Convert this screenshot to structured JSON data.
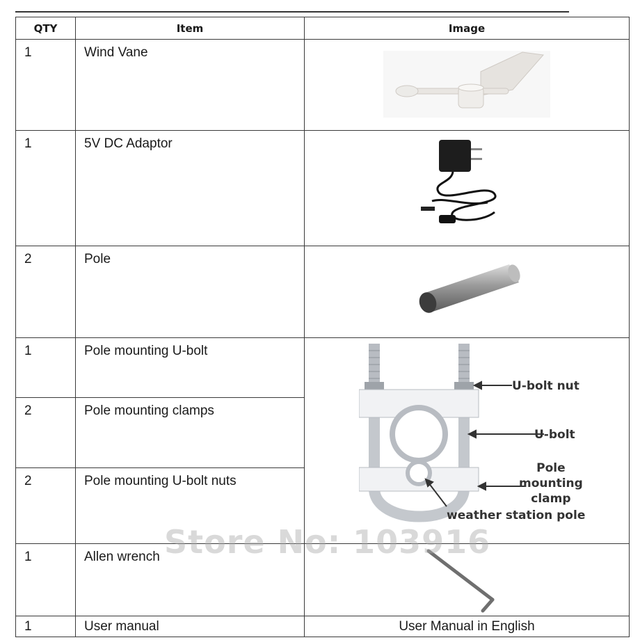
{
  "table": {
    "headers": {
      "qty": "QTY",
      "item": "Item",
      "image": "Image"
    },
    "rows": [
      {
        "qty": "1",
        "item": "Wind Vane",
        "image": "wind-vane"
      },
      {
        "qty": "1",
        "item": "5V DC Adaptor",
        "image": "dc-adaptor"
      },
      {
        "qty": "2",
        "item": "Pole",
        "image": "pole"
      },
      {
        "qty": "1",
        "item": "Pole mounting  U-bolt",
        "image": "ubolt-assembly"
      },
      {
        "qty": "2",
        "item": "Pole mounting  clamps",
        "image": ""
      },
      {
        "qty": "2",
        "item": "Pole mounting  U-bolt  nuts",
        "image": ""
      },
      {
        "qty": "1",
        "item": "Allen wrench",
        "image": "allen-wrench"
      },
      {
        "qty": "1",
        "item": "User manual",
        "image": "User Manual  in English"
      }
    ]
  },
  "diagram": {
    "labels": {
      "ubolt_nut": "U-bolt nut",
      "ubolt": "U-bolt",
      "clamp_line1": "Pole",
      "clamp_line2": "mounting",
      "clamp_line3": "clamp",
      "station_pole": "weather station pole"
    }
  },
  "watermark": "Store No: 103916"
}
